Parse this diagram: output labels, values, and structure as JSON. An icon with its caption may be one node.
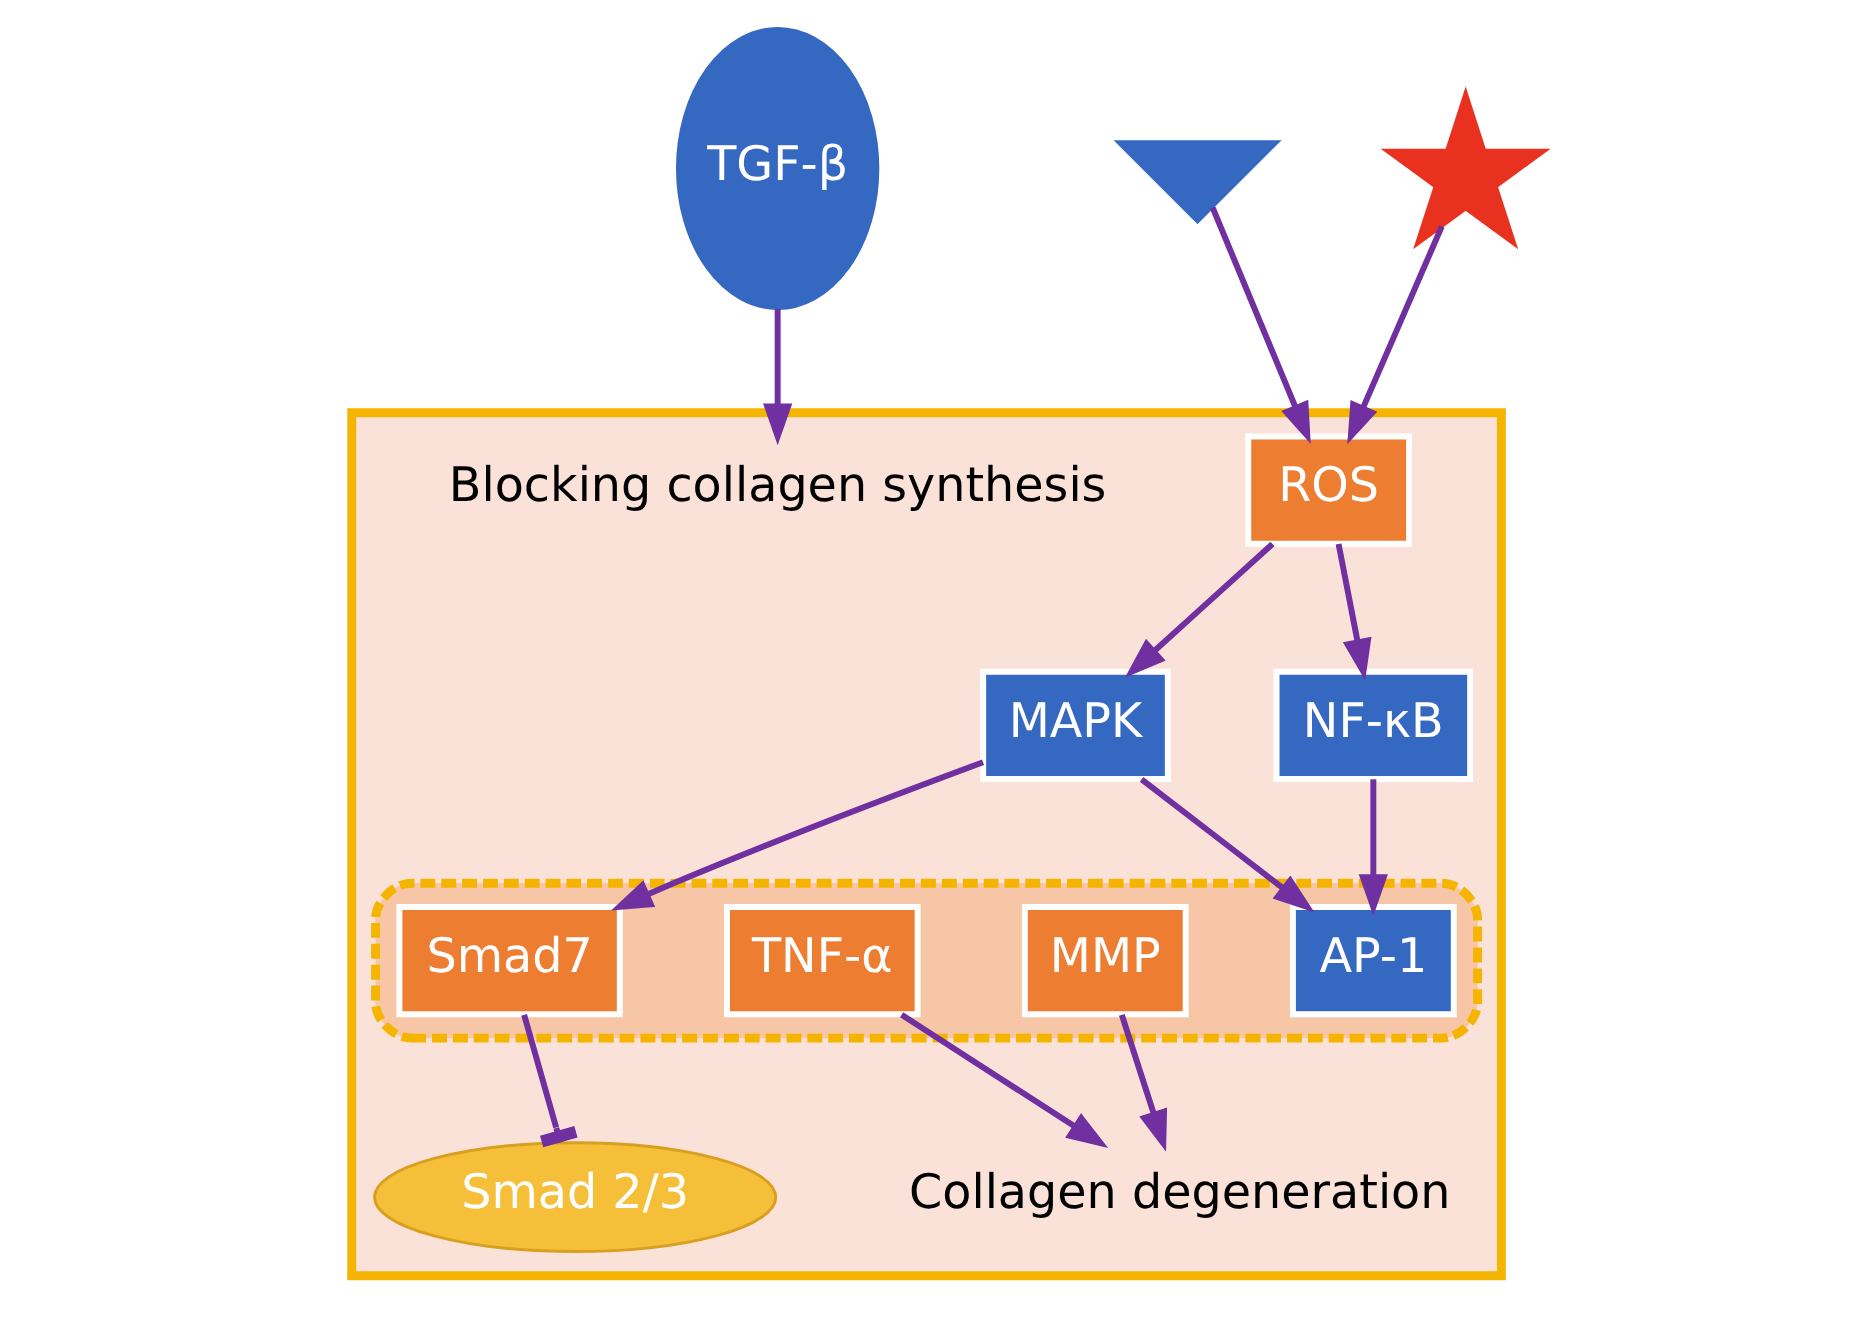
{
  "diagram": {
    "nodes": [
      {
        "text": [
          "TGF-β"
        ]
      },
      {
        "text": [],
        "shape": "hourglass"
      },
      {
        "text": [],
        "shape": "sun"
      },
      {
        "text": [],
        "shape": "box"
      },
      {
        "text": [
          "Smad 2/3"
        ],
        "in": 3
      },
      {
        "text": [
          "ROS"
        ],
        "in": 3
      },
      {
        "text": [
          "MAPK"
        ],
        "in": 3
      },
      {
        "text": [
          "NF-κB"
        ],
        "in": 3
      },
      {
        "text": [
          "Blocking collagen synthesis"
        ],
        "in": 3
      },
      {
        "text": [
          "Collagen degeneration"
        ],
        "in": 3
      },
      {
        "text": [],
        "shape": "ellipse",
        "in": 3
      },
      {
        "text": [
          "AP-1"
        ],
        "in": 10
      },
      {
        "text": [
          "Smad7"
        ],
        "in": 10
      },
      {
        "text": [
          "MMP"
        ],
        "in": 10
      },
      {
        "text": [
          "TNF-α"
        ],
        "in": 10
      }
    ],
    "edges": [
      {
        "from": 1,
        "to": 5,
        "arrow": "to"
      },
      {
        "from": 2,
        "to": 5,
        "arrow": "to"
      },
      {
        "from": 5,
        "to": 6,
        "arrow": "to"
      },
      {
        "from": 5,
        "to": 7,
        "arrow": "to"
      },
      {
        "from": 6,
        "to": 11,
        "arrow": "to"
      },
      {
        "from": 6,
        "to": 12,
        "arrow": "to"
      },
      {
        "from": 7,
        "to": 11,
        "arrow": "to"
      },
      {
        "from": 0,
        "to": 8,
        "arrow": "to"
      },
      {
        "from": 12,
        "to": 4,
        "arrow": "other"
      },
      {
        "from": 13,
        "to": 9,
        "arrow": "to"
      },
      {
        "from": 14,
        "to": 9,
        "arrow": "to"
      }
    ]
  }
}
